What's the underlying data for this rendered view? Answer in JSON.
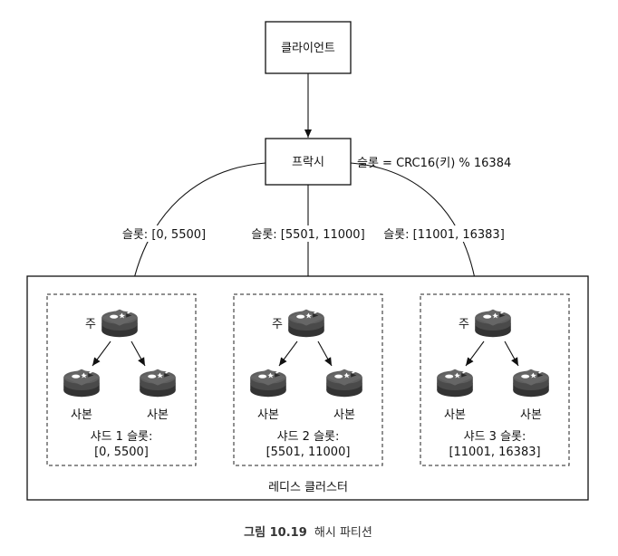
{
  "diagram": {
    "client": "클라이언트",
    "proxy": "프락시",
    "hash_formula": "슬롯 = CRC16(키) % 16384",
    "edges": [
      "슬롯: [0, 5500]",
      "슬롯: [5501, 11000]",
      "슬롯: [11001, 16383]"
    ],
    "cluster_label": "레디스 클러스터",
    "shards": [
      {
        "primary": "주",
        "replica_a": "사본",
        "replica_b": "사본",
        "title": "샤드 1 슬롯:",
        "range": "[0, 5500]"
      },
      {
        "primary": "주",
        "replica_a": "사본",
        "replica_b": "사본",
        "title": "샤드 2 슬롯:",
        "range": "[5501, 11000]"
      },
      {
        "primary": "주",
        "replica_a": "사본",
        "replica_b": "사본",
        "title": "샤드 3 슬롯:",
        "range": "[11001, 16383]"
      }
    ],
    "icon": "redis-logo-icon",
    "colors": {
      "redis_dark": "#3c3c3c",
      "redis_mid": "#555555",
      "redis_light": "#6a6a6a",
      "redis_white": "#ffffff"
    }
  },
  "caption": {
    "prefix": "그림 10.19",
    "text": "해시 파티션"
  }
}
